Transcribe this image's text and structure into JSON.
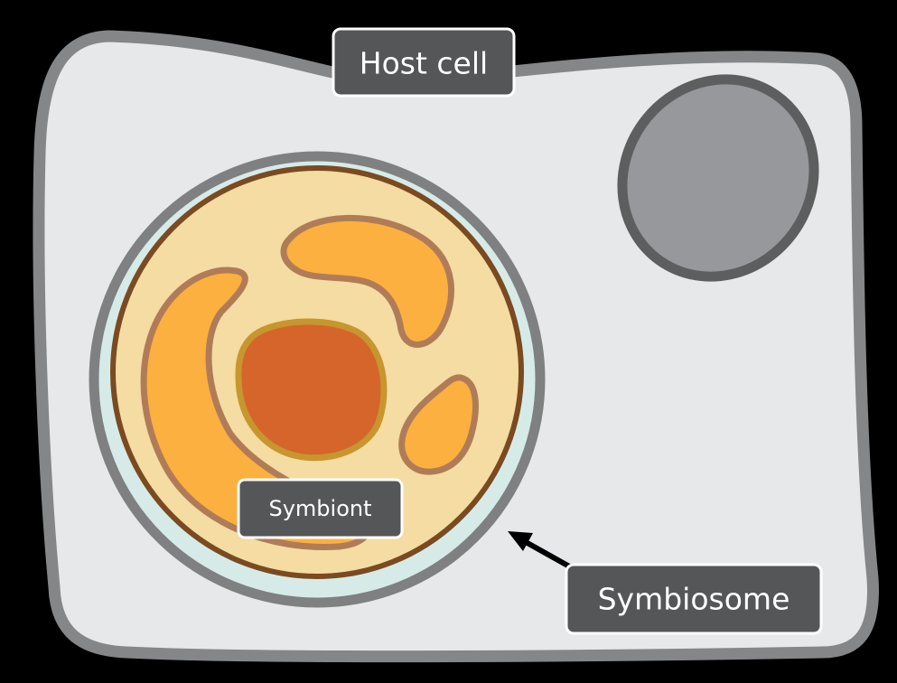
{
  "labels": {
    "host_cell": "Host cell",
    "symbiont": "Symbiont",
    "symbiosome": "Symbiosome"
  },
  "colors": {
    "background": "#000000",
    "host_cytoplasm": "#e7e8e9",
    "host_membrane": "#858688",
    "nucleus_fill": "#97989b",
    "nucleus_outline": "#5d5e60",
    "symbiosome_space": "#d6ebe8",
    "symbiosome_membrane": "#7e8082",
    "symbiont_fill": "#f4dca2",
    "symbiont_wall": "#7a4a21",
    "organelle_fill": "#fbb040",
    "organelle_outline": "#b07c58",
    "symbiont_nucleus_fill": "#d5652a",
    "symbiont_nucleus_outline": "#c7962e",
    "label_box_fill": "#555657",
    "label_box_border": "#ffffff",
    "label_text": "#ffffff",
    "arrow": "#000000"
  }
}
